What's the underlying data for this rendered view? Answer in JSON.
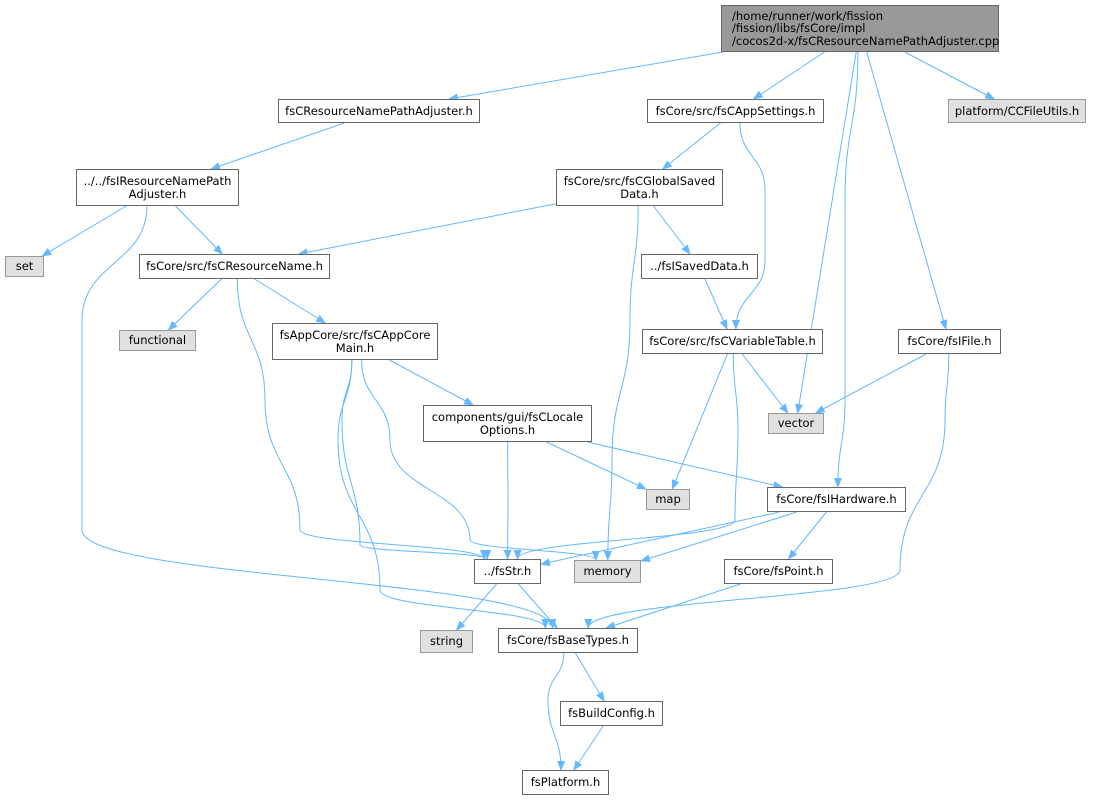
{
  "colors": {
    "edge": "#63b8ff",
    "node_border": "#666666",
    "system_fill": "#e0e0e0",
    "root_fill": "#999999"
  },
  "nodes": [
    {
      "id": "root",
      "label": "/home/runner/work/fission\n/fission/libs/fsCore/impl\n/cocos2d-x/fsCResourceNamePathAdjuster.cpp",
      "kind": "root"
    },
    {
      "id": "fsCResourceNamePathAdjuster_h",
      "label": "fsCResourceNamePathAdjuster.h",
      "kind": "file"
    },
    {
      "id": "fsCAppSettings_h",
      "label": "fsCore/src/fsCAppSettings.h",
      "kind": "file"
    },
    {
      "id": "CCFileUtils_h",
      "label": "platform/CCFileUtils.h",
      "kind": "system"
    },
    {
      "id": "fsIResourceNamePathAdjuster_h",
      "label": "../../fsIResourceNamePath\nAdjuster.h",
      "kind": "file"
    },
    {
      "id": "fsCGlobalSavedData_h",
      "label": "fsCore/src/fsCGlobalSaved\nData.h",
      "kind": "file"
    },
    {
      "id": "set",
      "label": "set",
      "kind": "system"
    },
    {
      "id": "fsCResourceName_h",
      "label": "fsCore/src/fsCResourceName.h",
      "kind": "file"
    },
    {
      "id": "fsISavedData_h",
      "label": "../fsISavedData.h",
      "kind": "file"
    },
    {
      "id": "functional",
      "label": "functional",
      "kind": "system"
    },
    {
      "id": "fsCAppCoreMain_h",
      "label": "fsAppCore/src/fsCAppCore\nMain.h",
      "kind": "file"
    },
    {
      "id": "fsCVariableTable_h",
      "label": "fsCore/src/fsCVariableTable.h",
      "kind": "file"
    },
    {
      "id": "fsIFile_h",
      "label": "fsCore/fsIFile.h",
      "kind": "file"
    },
    {
      "id": "fsCLocaleOptions_h",
      "label": "components/gui/fsCLocale\nOptions.h",
      "kind": "file"
    },
    {
      "id": "vector",
      "label": "vector",
      "kind": "system"
    },
    {
      "id": "map",
      "label": "map",
      "kind": "system"
    },
    {
      "id": "fsIHardware_h",
      "label": "fsCore/fsIHardware.h",
      "kind": "file"
    },
    {
      "id": "fsStr_h",
      "label": "../fsStr.h",
      "kind": "file"
    },
    {
      "id": "memory",
      "label": "memory",
      "kind": "system"
    },
    {
      "id": "fsPoint_h",
      "label": "fsCore/fsPoint.h",
      "kind": "file"
    },
    {
      "id": "string",
      "label": "string",
      "kind": "system"
    },
    {
      "id": "fsBaseTypes_h",
      "label": "fsCore/fsBaseTypes.h",
      "kind": "file"
    },
    {
      "id": "fsBuildConfig_h",
      "label": "fsBuildConfig.h",
      "kind": "file"
    },
    {
      "id": "fsPlatform_h",
      "label": "fsPlatform.h",
      "kind": "file"
    }
  ],
  "edges": [
    [
      "root",
      "fsCResourceNamePathAdjuster_h"
    ],
    [
      "root",
      "fsCAppSettings_h"
    ],
    [
      "root",
      "CCFileUtils_h"
    ],
    [
      "root",
      "vector"
    ],
    [
      "root",
      "fsIHardware_h"
    ],
    [
      "root",
      "fsIFile_h"
    ],
    [
      "fsCResourceNamePathAdjuster_h",
      "fsIResourceNamePathAdjuster_h"
    ],
    [
      "fsIResourceNamePathAdjuster_h",
      "set"
    ],
    [
      "fsIResourceNamePathAdjuster_h",
      "fsCResourceName_h"
    ],
    [
      "fsIResourceNamePathAdjuster_h",
      "fsBaseTypes_h"
    ],
    [
      "fsCAppSettings_h",
      "fsCGlobalSavedData_h"
    ],
    [
      "fsCAppSettings_h",
      "fsCVariableTable_h"
    ],
    [
      "fsCGlobalSavedData_h",
      "fsCResourceName_h"
    ],
    [
      "fsCGlobalSavedData_h",
      "fsISavedData_h"
    ],
    [
      "fsCGlobalSavedData_h",
      "memory"
    ],
    [
      "fsCResourceName_h",
      "functional"
    ],
    [
      "fsCResourceName_h",
      "fsCAppCoreMain_h"
    ],
    [
      "fsCResourceName_h",
      "fsStr_h"
    ],
    [
      "fsISavedData_h",
      "fsCVariableTable_h"
    ],
    [
      "fsCVariableTable_h",
      "vector"
    ],
    [
      "fsCVariableTable_h",
      "map"
    ],
    [
      "fsCVariableTable_h",
      "fsStr_h"
    ],
    [
      "fsCAppCoreMain_h",
      "fsCLocaleOptions_h"
    ],
    [
      "fsCAppCoreMain_h",
      "memory"
    ],
    [
      "fsCAppCoreMain_h",
      "fsStr_h"
    ],
    [
      "fsCAppCoreMain_h",
      "fsBaseTypes_h"
    ],
    [
      "fsCLocaleOptions_h",
      "map"
    ],
    [
      "fsCLocaleOptions_h",
      "fsIHardware_h"
    ],
    [
      "fsCLocaleOptions_h",
      "fsStr_h"
    ],
    [
      "fsIFile_h",
      "vector"
    ],
    [
      "fsIFile_h",
      "fsBaseTypes_h"
    ],
    [
      "fsIHardware_h",
      "fsStr_h"
    ],
    [
      "fsIHardware_h",
      "memory"
    ],
    [
      "fsIHardware_h",
      "fsPoint_h"
    ],
    [
      "fsPoint_h",
      "fsBaseTypes_h"
    ],
    [
      "fsStr_h",
      "string"
    ],
    [
      "fsStr_h",
      "fsBaseTypes_h"
    ],
    [
      "fsBaseTypes_h",
      "fsBuildConfig_h"
    ],
    [
      "fsBaseTypes_h",
      "fsPlatform_h"
    ],
    [
      "fsBuildConfig_h",
      "fsPlatform_h"
    ]
  ]
}
